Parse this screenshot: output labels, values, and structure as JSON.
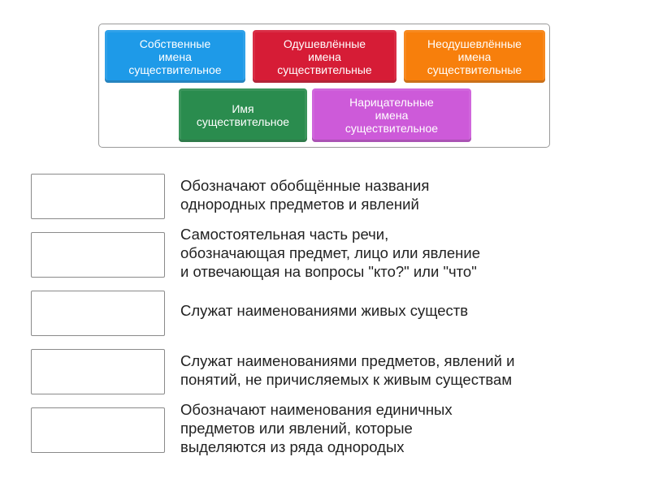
{
  "tiles": [
    {
      "label": "Собственные\nимена\nсуществительное",
      "color": "#1e9ae8"
    },
    {
      "label": "Одушевлённые\nимена\nсуществительные",
      "color": "#d61c36"
    },
    {
      "label": "Неодушевлённые\nимена\nсуществительные",
      "color": "#f77f0c"
    },
    {
      "label": "Имя\nсуществительное",
      "color": "#2a8c4e"
    },
    {
      "label": "Нарицательные\nимена\nсуществительное",
      "color": "#cd5ad9"
    }
  ],
  "rows": [
    {
      "text": "Обозначают обобщённые названия\nоднородных предметов и явлений"
    },
    {
      "text": "Самостоятельная часть речи,\nобозначающая предмет, лицо или явление\nи отвечающая на вопросы \"кто?\" или \"что\""
    },
    {
      "text": "Служат наименованиями живых существ"
    },
    {
      "text": "Служат наименованиями предметов, явлений и\nпонятий, не причисляемых к живым существам"
    },
    {
      "text": "Обозначают наименования единичных\nпредметов или явлений, которые\nвыделяются из ряда однородых"
    }
  ]
}
